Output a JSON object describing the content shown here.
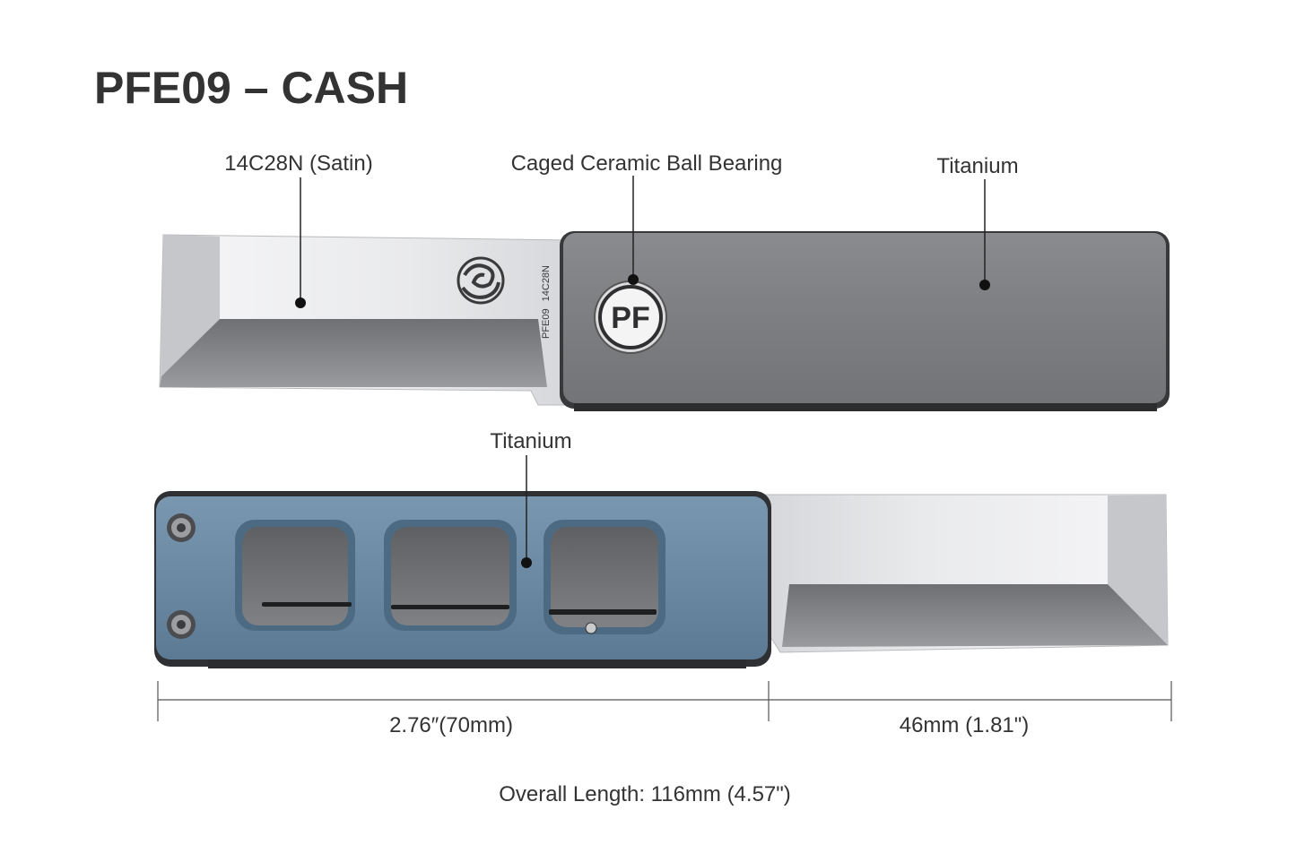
{
  "title": "PFE09 – CASH",
  "callouts": {
    "blade_steel": "14C28N  (Satin)",
    "bearing": "Caged Ceramic Ball Bearing",
    "handle_front": "Titanium",
    "handle_back": "Titanium"
  },
  "blade_stamp": {
    "model": "PFE09",
    "steel": "14C28N",
    "pivot_logo_text": "PF"
  },
  "dimensions": {
    "handle_length": "2.76″(70mm)",
    "blade_length": "46mm  (1.81\")",
    "overall_length": "Overall Length: 116mm (4.57\")"
  },
  "colors": {
    "front_handle": "#7c7d80",
    "back_handle": "#6a8aa6",
    "blade": "#e6e7e9",
    "text": "#333333"
  }
}
